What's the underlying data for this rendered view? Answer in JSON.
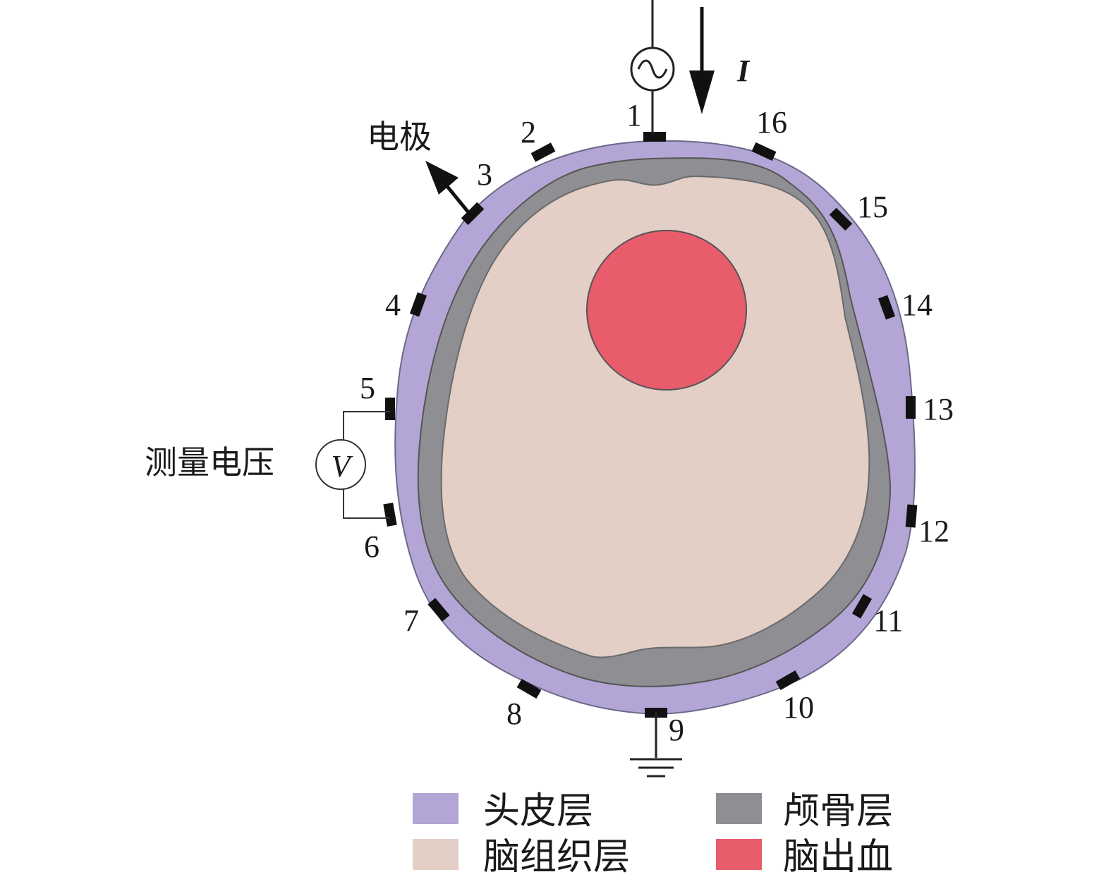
{
  "colors": {
    "scalp": "#b3a6d6",
    "skull": "#8e8e93",
    "brain": "#e3cfc6",
    "hemorrhage": "#e85c6b",
    "outline": "#5a5a5a",
    "electrode": "#111111"
  },
  "labels": {
    "electrode": "电极",
    "measure_voltage": "测量电压",
    "voltmeter": "V",
    "current": "I"
  },
  "electrodes": [
    "1",
    "2",
    "3",
    "4",
    "5",
    "6",
    "7",
    "8",
    "9",
    "10",
    "11",
    "12",
    "13",
    "14",
    "15",
    "16"
  ],
  "legend": [
    {
      "label": "头皮层",
      "color_key": "scalp"
    },
    {
      "label": "颅骨层",
      "color_key": "skull"
    },
    {
      "label": "脑组织层",
      "color_key": "brain"
    },
    {
      "label": "脑出血",
      "color_key": "hemorrhage"
    }
  ]
}
